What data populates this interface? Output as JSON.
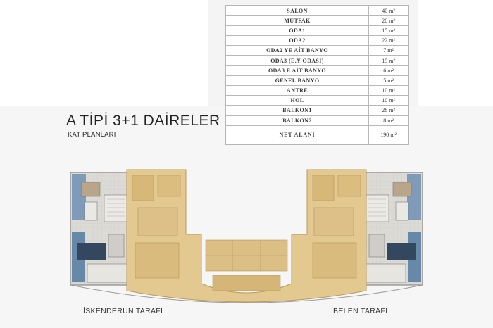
{
  "area_table": {
    "rows": [
      {
        "room": "SALON",
        "area": "40 m²"
      },
      {
        "room": "MUTFAK",
        "area": "20 m²"
      },
      {
        "room": "ODA1",
        "area": "15 m²"
      },
      {
        "room": "ODA2",
        "area": "22 m²"
      },
      {
        "room": "ODA2 YE AİT BANYO",
        "area": "7 m²"
      },
      {
        "room": "ODA3 (E.Y ODASI)",
        "area": "19 m²"
      },
      {
        "room": "ODA3 E AİT BANYO",
        "area": "6 m²"
      },
      {
        "room": "GENEL BANYO",
        "area": "5 m²"
      },
      {
        "room": "ANTRE",
        "area": "10 m²"
      },
      {
        "room": "HOL",
        "area": "10 m²"
      },
      {
        "room": "BALKON1",
        "area": "28 m²"
      },
      {
        "room": "BALKON2",
        "area": "8 m²"
      }
    ],
    "total": {
      "room": "NET ALANI",
      "area": "190 m²"
    }
  },
  "heading": {
    "title": "A TİPİ 3+1 DAİRELER",
    "subtitle": "KAT PLANLARI"
  },
  "floor_plan": {
    "left_side_label": "İSKENDERUN TARAFI",
    "right_side_label": "BELEN TARAFI",
    "colors": {
      "highlight": "#e3c88f",
      "unit_blue": "#5f84a8",
      "wall": "#8a8a8a",
      "floor": "#d9d7d2"
    }
  }
}
